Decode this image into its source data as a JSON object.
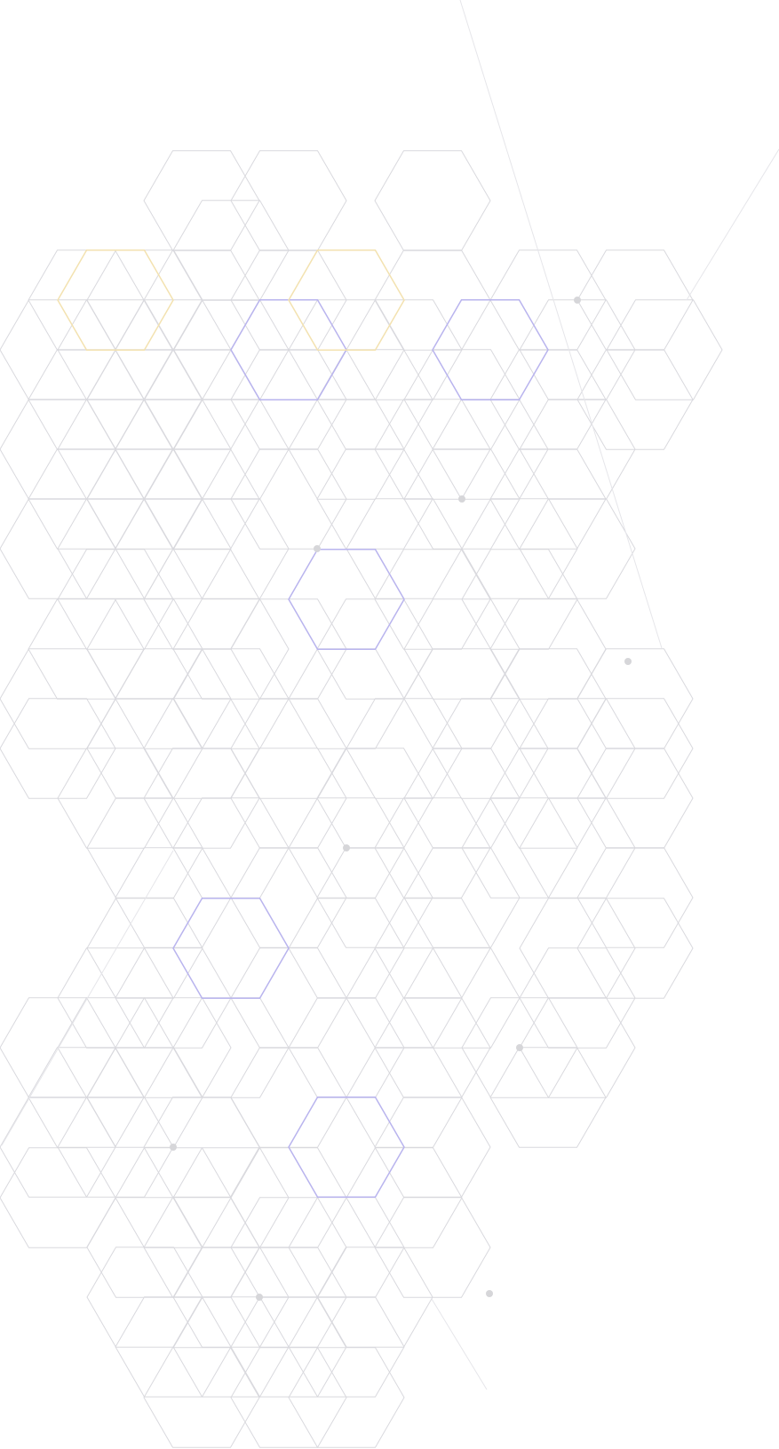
{
  "colors": {
    "background": "#ffffff",
    "grid_line": "#d9d9de",
    "grid_line_faint": "#e6e6ea",
    "accent_purple": "#b9b4ee",
    "accent_yellow": "#f3e2b0",
    "dot": "#d6d6d9"
  },
  "decoration": {
    "pattern": "hexagon-line-pattern",
    "highlight_colors": [
      "purple",
      "yellow"
    ]
  }
}
